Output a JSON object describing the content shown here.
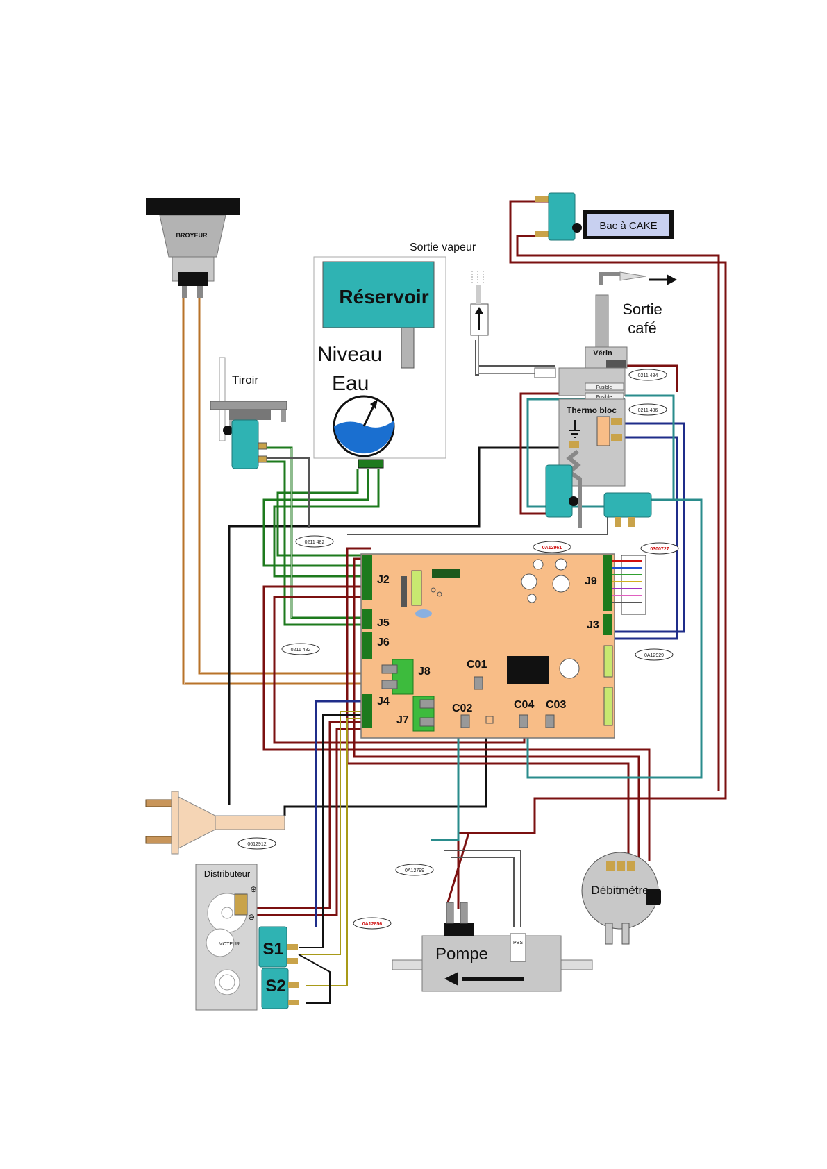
{
  "components": {
    "broyeur": "BROYEUR",
    "reservoir": "Réservoir",
    "sortie_vapeur": "Sortie vapeur",
    "sortie_cafe_line1": "Sortie",
    "sortie_cafe_line2": "café",
    "niveau_line1": "Niveau",
    "niveau_line2": "Eau",
    "tiroir": "Tiroir",
    "bac_cake": "Bac à CAKE",
    "verin": "Vérin",
    "fusible1": "Fusible",
    "fusible2": "Fusible",
    "thermobloc": "Thermo bloc",
    "distributeur": "Distributeur",
    "moteur": "MOTEUR",
    "s1": "S1",
    "s2": "S2",
    "pompe": "Pompe",
    "pbs": "PBS",
    "debitmetre": "Débitmètre"
  },
  "connectors": {
    "j2": "J2",
    "j5": "J5",
    "j6": "J6",
    "j8": "J8",
    "j4": "J4",
    "j7": "J7",
    "j9": "J9",
    "j3": "J3",
    "c01": "C01",
    "c02": "C02",
    "c03": "C03",
    "c04": "C04"
  },
  "part_refs": {
    "ref_0211_484": "0211 484",
    "ref_0211_486": "0211 486",
    "ref_0211_482a": "0211 482",
    "ref_0211_482b": "0211 482",
    "ref_0a12961": "0A12961",
    "ref_0300727": "0300727",
    "ref_0a12929": "0A12929",
    "ref_0a12799": "0A12799",
    "ref_0a12856": "0A12856",
    "ref_0612912": "0612912"
  },
  "colors": {
    "board": "#f8bd87",
    "teal": "#2fb3b3",
    "wire_red": "#7b1010",
    "wire_green": "#1d7a1d",
    "wire_blue": "#1f2d8a",
    "wire_teal": "#2a8c8c",
    "wire_black": "#111111",
    "wire_orange": "#b8732a",
    "wire_yellow": "#a89a18"
  }
}
